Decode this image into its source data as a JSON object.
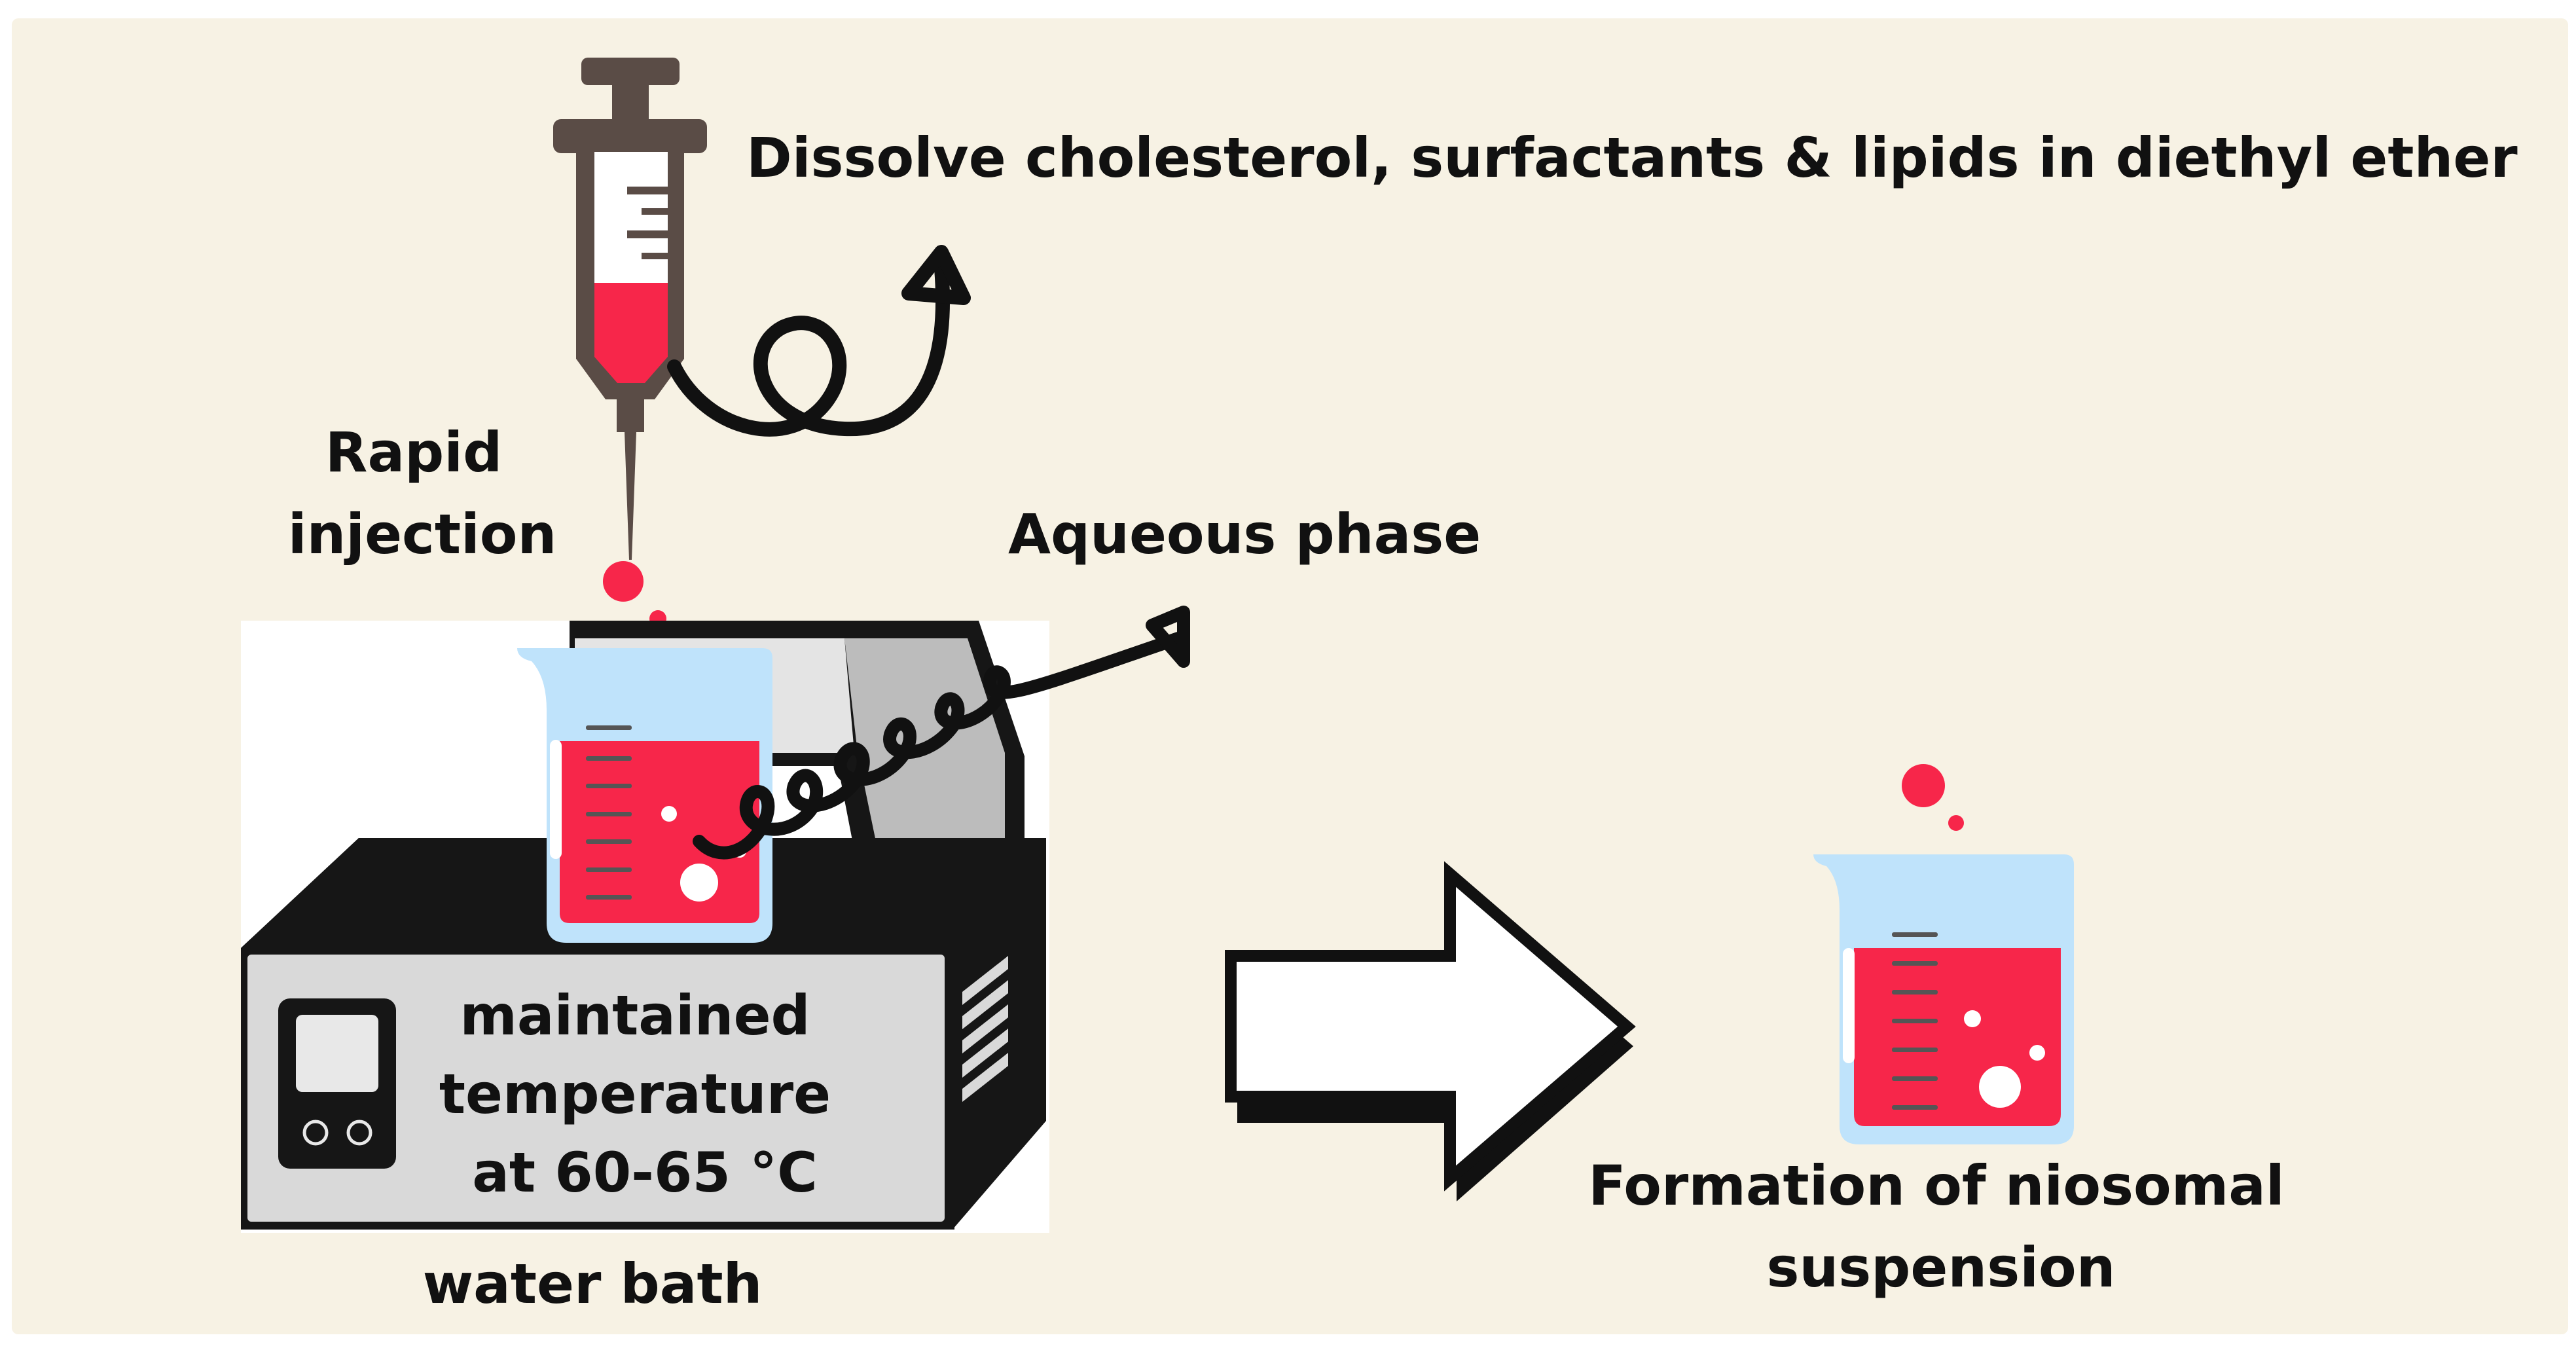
{
  "labels": {
    "dissolve": "Dissolve cholesterol, surfactants  & lipids in diethyl ether",
    "rapid": "Rapid",
    "injection": "injection",
    "aqueous": "Aqueous phase",
    "maintained": "maintained",
    "temperature": "temperature",
    "at_temp": "at 60-65 °C",
    "water_bath": "water bath",
    "formation": "Formation of niosomal",
    "suspension": "suspension"
  },
  "colors": {
    "background": "#f7f2e4",
    "liquid": "#f7264a",
    "beaker_glass": "#bfe3fb",
    "machine_dark": "#111111",
    "machine_panel": "#d9d9d9",
    "syringe_body": "#5a4c46",
    "text": "#111111"
  },
  "icons": [
    "syringe-icon",
    "beaker-icon",
    "water-bath-icon",
    "right-arrow-icon",
    "curly-arrow-icon"
  ]
}
